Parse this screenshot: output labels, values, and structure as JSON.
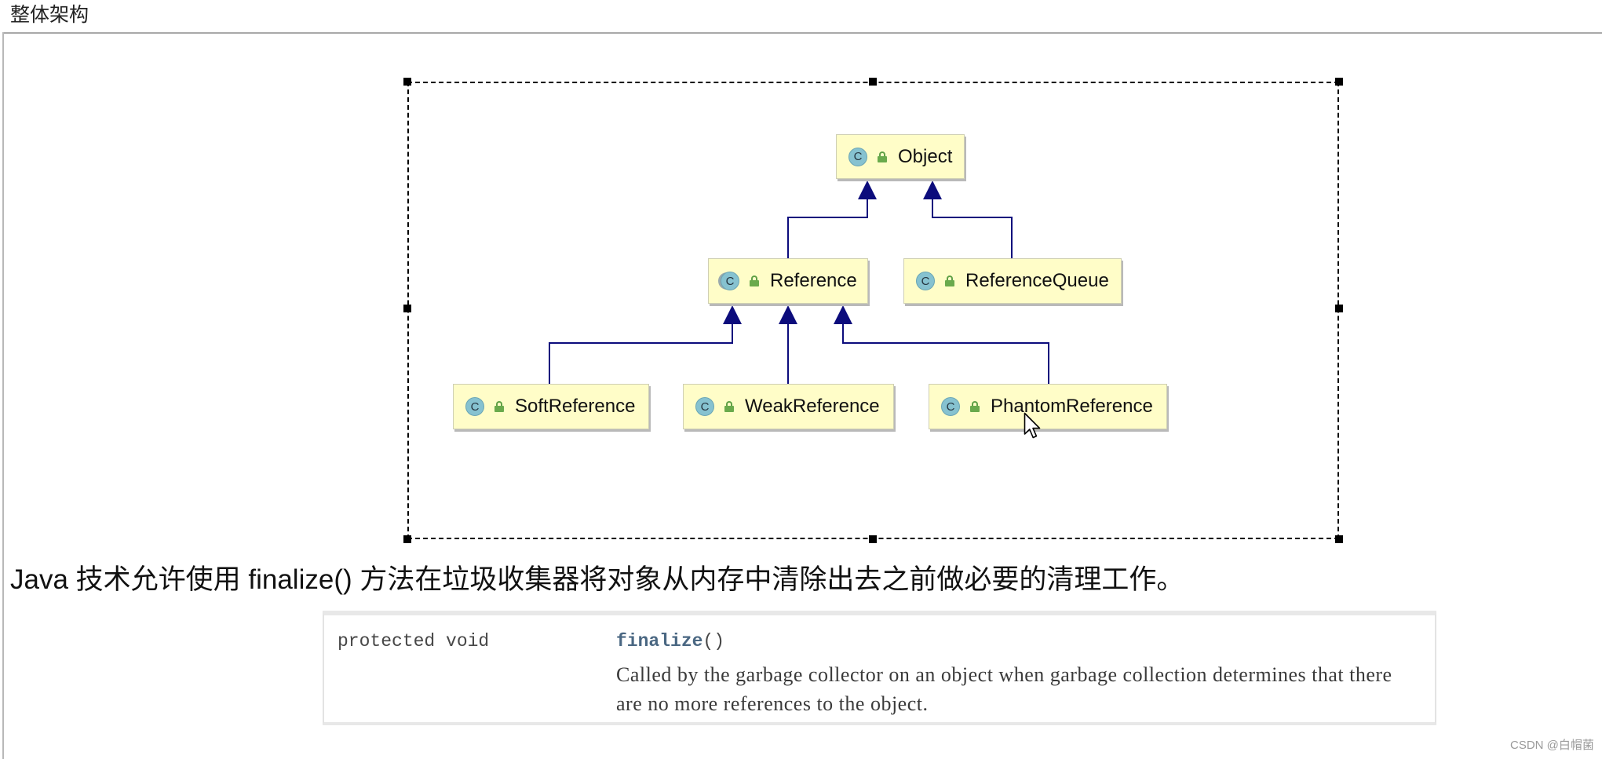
{
  "header": {
    "title": "整体架构"
  },
  "diagram": {
    "icon_letter": "C",
    "nodes": [
      {
        "label": "Object",
        "icon": "class-icon",
        "access_icon": "public-lock-icon"
      },
      {
        "label": "Reference",
        "icon": "abstract-class-icon",
        "access_icon": "public-lock-icon"
      },
      {
        "label": "ReferenceQueue",
        "icon": "class-icon",
        "access_icon": "public-lock-icon"
      },
      {
        "label": "SoftReference",
        "icon": "class-icon",
        "access_icon": "public-lock-icon"
      },
      {
        "label": "WeakReference",
        "icon": "class-icon",
        "access_icon": "public-lock-icon"
      },
      {
        "label": "PhantomReference",
        "icon": "class-icon",
        "access_icon": "public-lock-icon"
      }
    ],
    "edges": [
      [
        1,
        0
      ],
      [
        2,
        0
      ],
      [
        3,
        1
      ],
      [
        4,
        1
      ],
      [
        5,
        1
      ]
    ],
    "colors": {
      "node_fill": "#fffdc8",
      "edge": "#0c0c7c",
      "class_icon": "#86c2d0",
      "lock": "#6aaa4c"
    }
  },
  "description": "Java 技术允许使用 finalize() 方法在垃圾收集器将对象从内存中清除出去之前做必要的清理工作。",
  "method_table": {
    "modifier": "protected void",
    "method_name": "finalize",
    "params": "()",
    "summary": "Called by the garbage collector on an object when garbage collection determines that there are no more references to the object.",
    "method_name_color": "#4a6782"
  },
  "watermark": "CSDN @白帽菌"
}
